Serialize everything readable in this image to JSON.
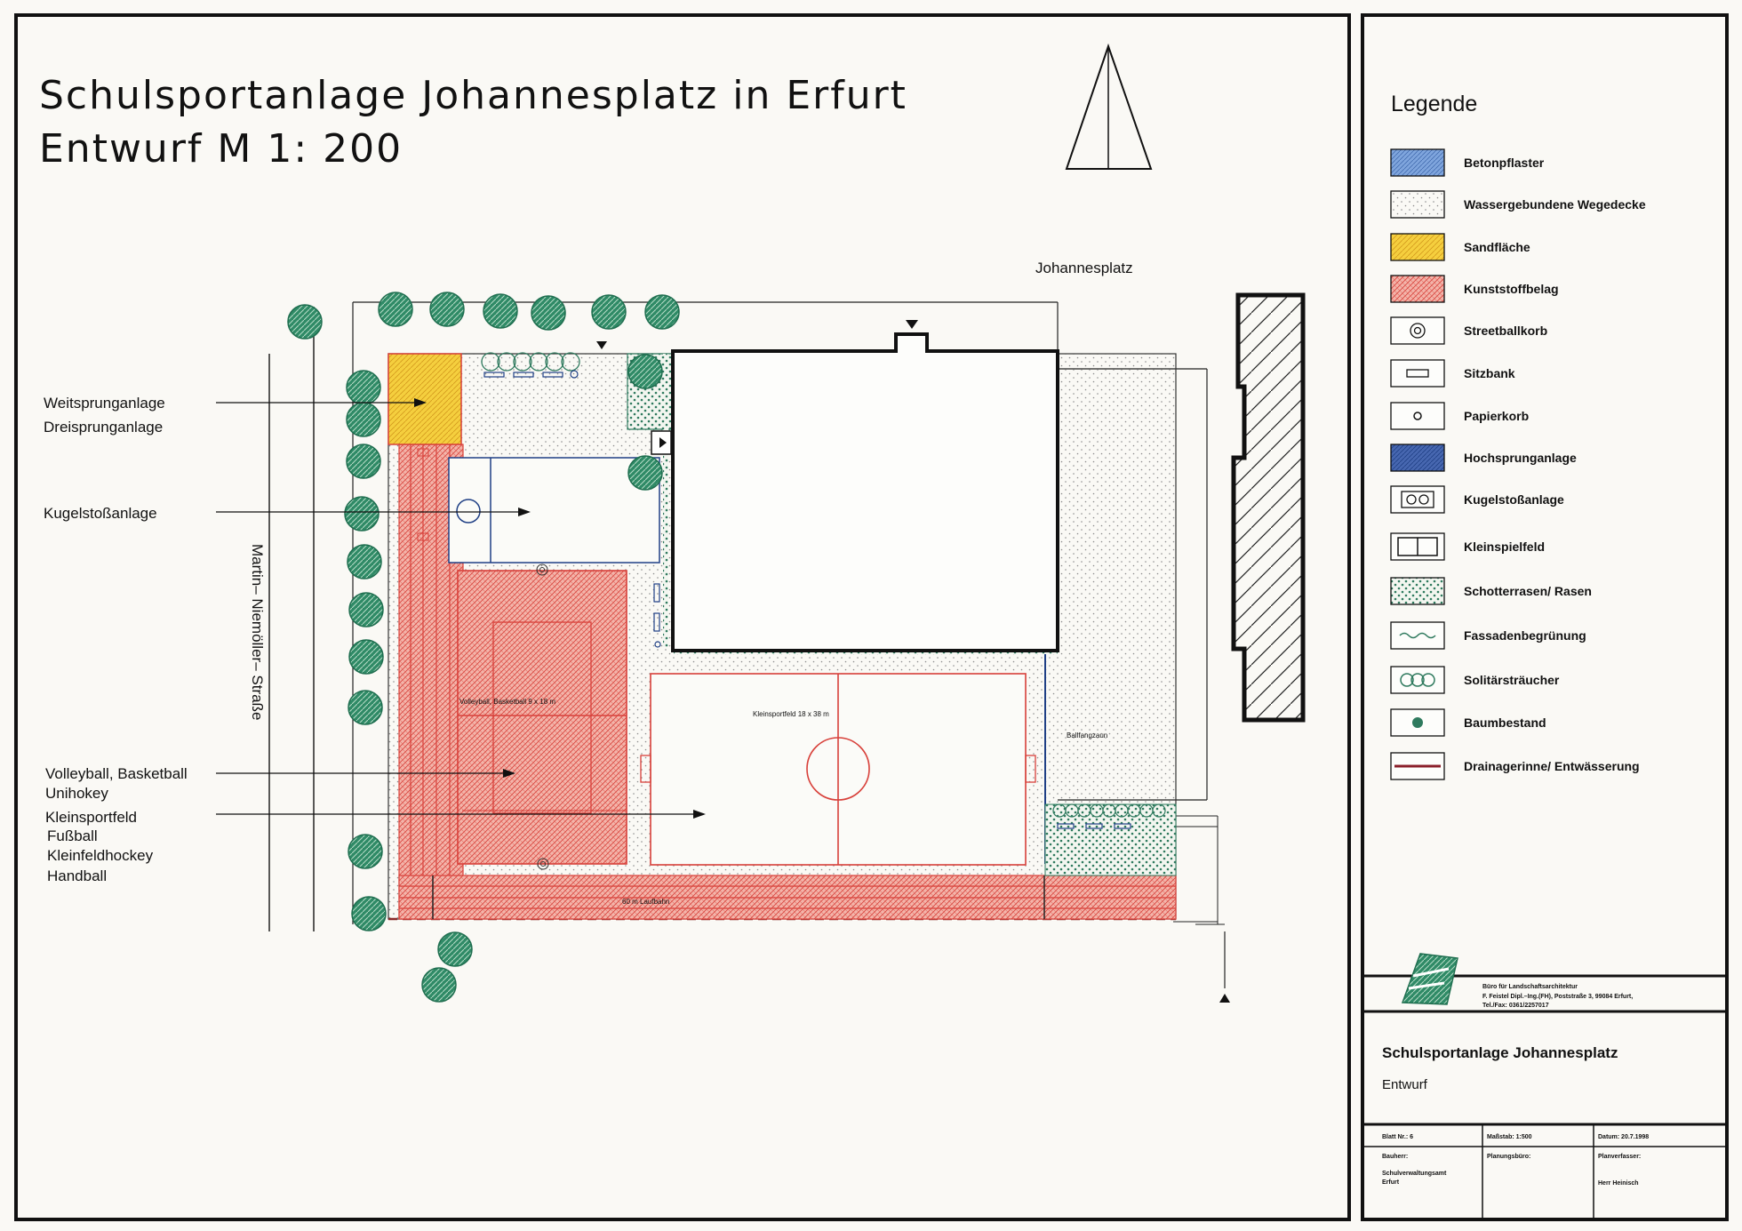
{
  "title": {
    "line1": "Schulsportanlage  Johannesplatz  in  Erfurt",
    "line2": "Entwurf  M  1:  200"
  },
  "plan": {
    "street_top": "Johannesplatz",
    "street_left": "Martin–  Niemöller–  Straße",
    "field_label": "Kleinsportfeld  18  x  38  m",
    "volley_label": "Volleyball,  Basketball  9  x  18  m",
    "fence_label": "Ballfangzaun",
    "track_label": "60  m  Laufbahn",
    "callouts": [
      {
        "id": "jump",
        "lines": [
          "Weitsprunganlage",
          "Dreisprunganlage"
        ]
      },
      {
        "id": "shotput",
        "lines": [
          "Kugelstoßanlage"
        ]
      },
      {
        "id": "volley",
        "lines": [
          "Volleyball,  Basketball",
          "Unihokey"
        ]
      },
      {
        "id": "field",
        "lines": [
          "Kleinsportfeld",
          "Fußball",
          "Kleinfeldhockey",
          "Handball"
        ]
      }
    ]
  },
  "legend": {
    "title": "Legende",
    "items": [
      {
        "label": "Betonpflaster",
        "symbol": "blue-fill"
      },
      {
        "label": "Wassergebundene  Wegedecke",
        "symbol": "dotted"
      },
      {
        "label": "Sandfläche",
        "symbol": "yellow-fill"
      },
      {
        "label": "Kunststoffbelag",
        "symbol": "red-fill"
      },
      {
        "label": "Streetballkorb",
        "symbol": "double-circle"
      },
      {
        "label": "Sitzbank",
        "symbol": "bench"
      },
      {
        "label": "Papierkorb",
        "symbol": "small-circle"
      },
      {
        "label": "Hochsprunganlage",
        "symbol": "darkblue-fill"
      },
      {
        "label": "Kugelstoßanlage",
        "symbol": "two-circles"
      },
      {
        "label": "Kleinspielfeld",
        "symbol": "split-rect"
      },
      {
        "label": "Schotterrasen/  Rasen",
        "symbol": "green-dots"
      },
      {
        "label": "Fassadenbegrünung",
        "symbol": "wavy"
      },
      {
        "label": "Solitärsträucher",
        "symbol": "shrubs"
      },
      {
        "label": "Baumbestand",
        "symbol": "tree"
      },
      {
        "label": "Drainagerinne/  Entwässerung",
        "symbol": "drain-line"
      }
    ]
  },
  "titleblock": {
    "office_line1": "Büro  für  Landschaftsarchitektur",
    "office_line2": "F.  Feistel  Dipl.–Ing.(FH),  Poststraße  3,  99084  Erfurt,",
    "office_line3": "Tel./Fax:  0361/2257017",
    "project": "Schulsportanlage  Johannesplatz",
    "phase": "Entwurf",
    "sheet_no": "Blatt  Nr.:  6",
    "scale": "Maßstab:  1:500",
    "date": "Datum:  20.7.1998",
    "client_label": "Bauherr:",
    "client_value1": "Schulverwaltungsamt",
    "client_value2": "Erfurt",
    "planner_label": "Planungsbüro:",
    "author_label": "Planverfasser:",
    "author_value": "Herr  Heinisch"
  },
  "colors": {
    "red": "#d8403a",
    "red_fill": "#f2aaa0",
    "yellow": "#f3cd3a",
    "green": "#2f7a5e",
    "blue": "#4d7cc4",
    "navy": "#1f3f85"
  }
}
